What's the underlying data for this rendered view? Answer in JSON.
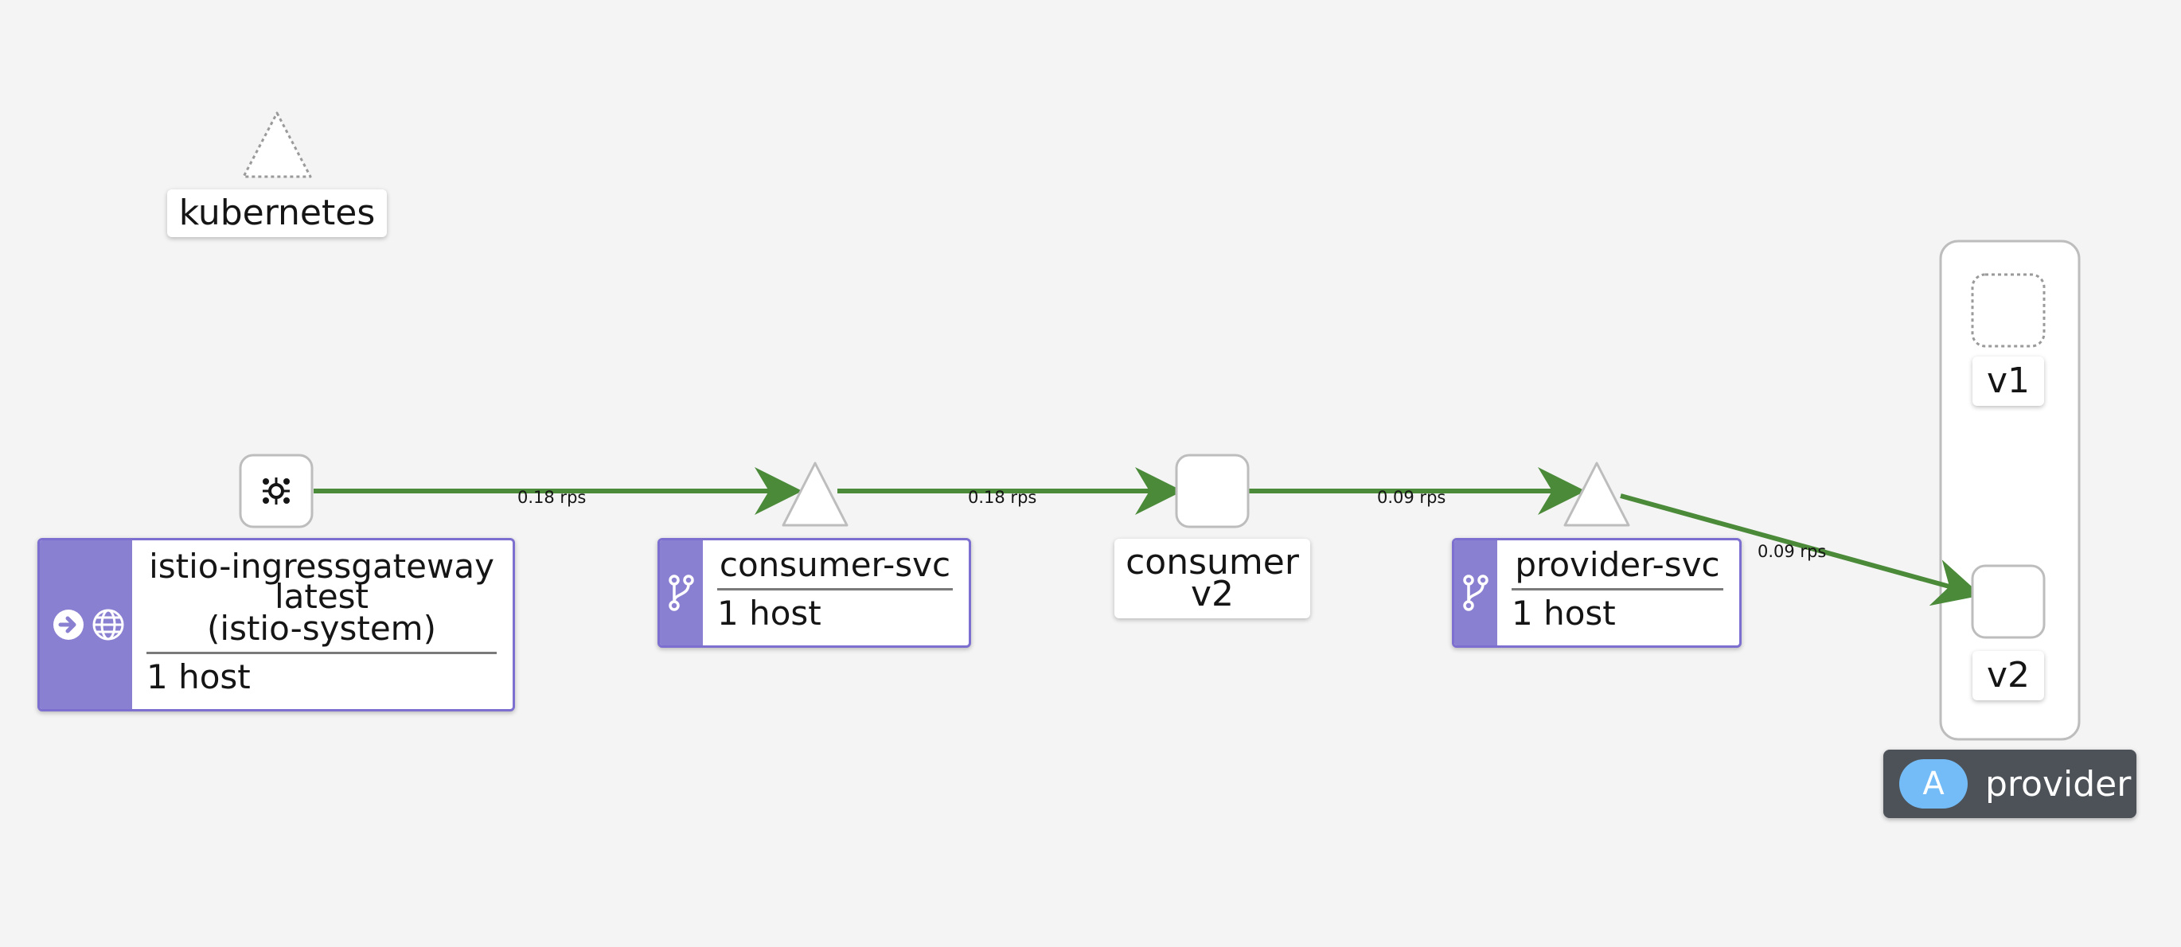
{
  "nodes": {
    "kubernetes": {
      "label": "kubernetes"
    },
    "ingress": {
      "name_line1": "istio-ingressgateway",
      "name_line2": "latest",
      "name_line3": "(istio-system)",
      "hosts": "1 host"
    },
    "consumer_svc": {
      "name": "consumer-svc",
      "hosts": "1 host"
    },
    "consumer_workload": {
      "name_line1": "consumer",
      "name_line2": "v2"
    },
    "provider_svc": {
      "name": "provider-svc",
      "hosts": "1 host"
    },
    "provider_v1": {
      "label": "v1"
    },
    "provider_v2": {
      "label": "v2"
    }
  },
  "app_group": {
    "badge": "A",
    "label": "provider"
  },
  "edges": {
    "ingress_to_consumer_svc": "0.18 rps",
    "consumer_svc_to_consumer": "0.18 rps",
    "consumer_to_provider_svc": "0.09 rps",
    "provider_svc_to_v2": "0.09 rps"
  },
  "colors": {
    "edge": "#4a8a38",
    "service_accent": "#8a80d1",
    "service_border": "#7c6fd0",
    "app_badge": "#73bcf7",
    "group_label_bg": "#4d5258"
  },
  "icons": [
    "gateway-icon",
    "service-branch-icon",
    "ingress-arrow-icon",
    "globe-icon"
  ]
}
